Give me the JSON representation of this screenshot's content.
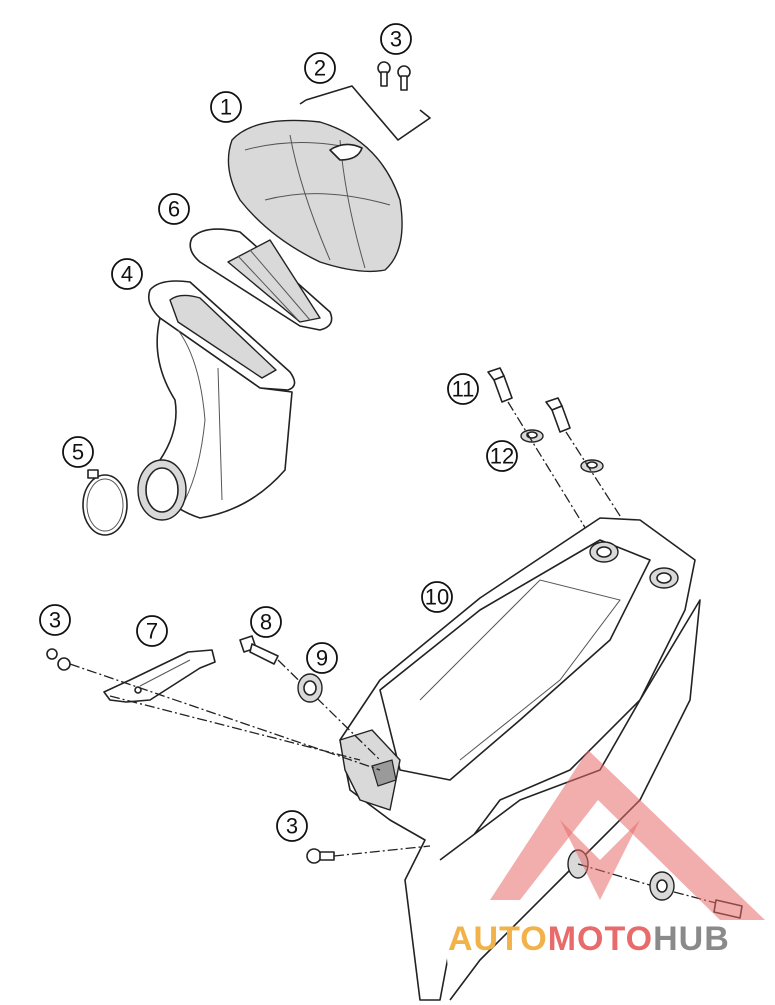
{
  "callouts": [
    {
      "id": "1",
      "label": "1"
    },
    {
      "id": "2",
      "label": "2"
    },
    {
      "id": "3a",
      "label": "3"
    },
    {
      "id": "6",
      "label": "6"
    },
    {
      "id": "4",
      "label": "4"
    },
    {
      "id": "5",
      "label": "5"
    },
    {
      "id": "11",
      "label": "11"
    },
    {
      "id": "12",
      "label": "12"
    },
    {
      "id": "10",
      "label": "10"
    },
    {
      "id": "3b",
      "label": "3"
    },
    {
      "id": "7",
      "label": "7"
    },
    {
      "id": "8",
      "label": "8"
    },
    {
      "id": "9",
      "label": "9"
    },
    {
      "id": "3c",
      "label": "3"
    }
  ],
  "watermark": {
    "part1": "AUTO",
    "part2": "MOTO",
    "part3": "HUB",
    "colors": {
      "part1": "#f2b24a",
      "part2": "#e86a6a",
      "part3": "#8a8a8a"
    }
  }
}
